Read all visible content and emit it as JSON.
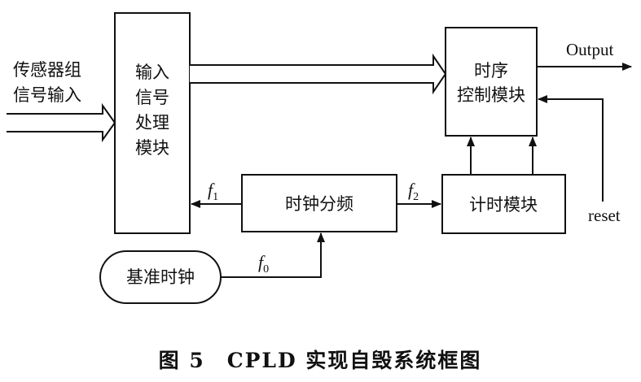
{
  "input_label": [
    "传感器组",
    "信号输入"
  ],
  "blocks": {
    "input_processing": [
      "输入",
      "信号",
      "处理",
      "模块"
    ],
    "timing_control": [
      "时序",
      "控制模块"
    ],
    "clock_divider": "时钟分频",
    "timer": "计时模块",
    "reference_clock": "基准时钟"
  },
  "signals": {
    "output": "Output",
    "reset": "reset",
    "f1": {
      "base": "f",
      "sub": "1"
    },
    "f2": {
      "base": "f",
      "sub": "2"
    },
    "f0": {
      "base": "f",
      "sub": "0"
    }
  },
  "caption": "图 5　CPLD 实现自毁系统框图"
}
